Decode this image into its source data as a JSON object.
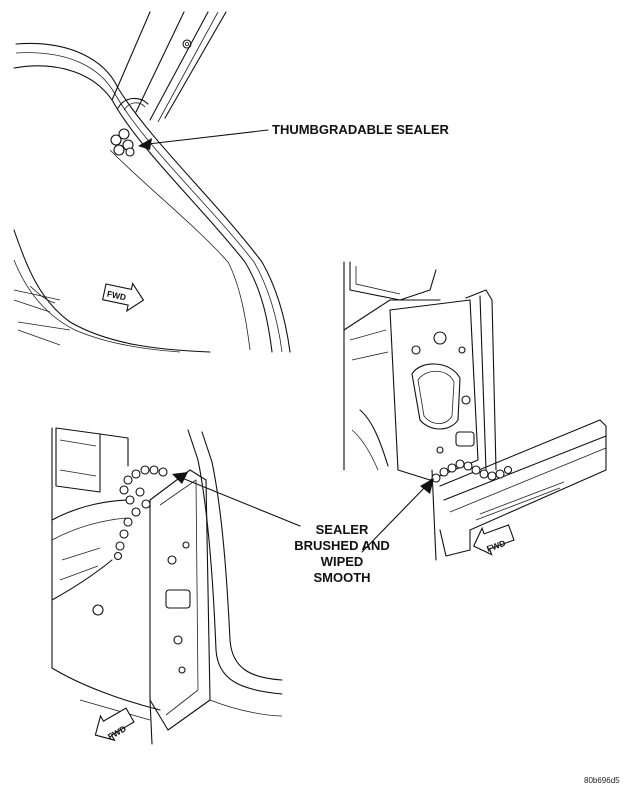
{
  "callouts": {
    "thumbgradable": "THUMBGRADABLE SEALER",
    "brushed": "SEALER\nBRUSHED AND\nWIPED\nSMOOTH"
  },
  "fwd_arrows": {
    "top_left": "FWD",
    "bottom_left": "FWD",
    "right": "FWD"
  },
  "figure_id": "80b696d5",
  "colors": {
    "ink": "#111111",
    "background": "#ffffff"
  }
}
